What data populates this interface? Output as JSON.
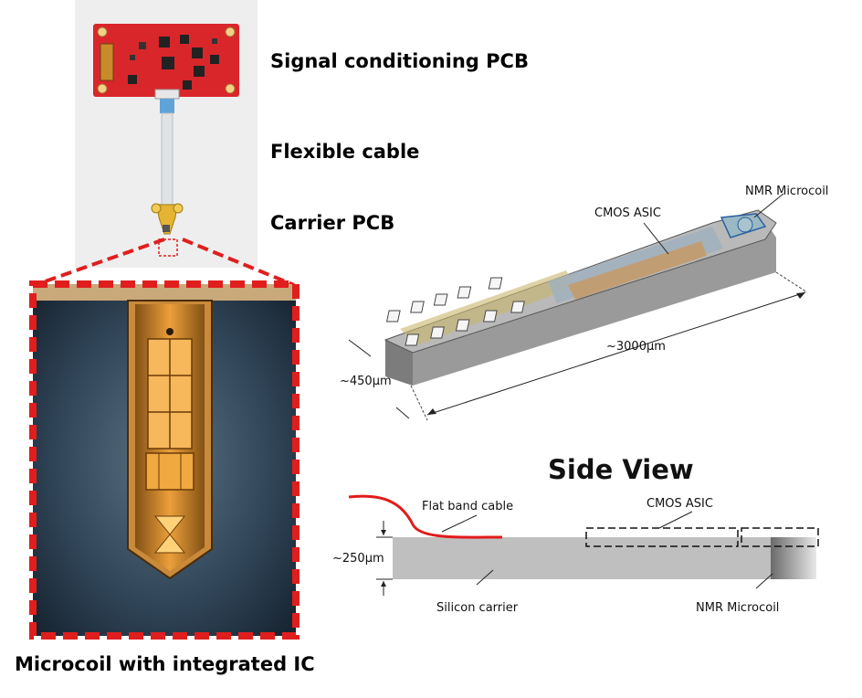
{
  "photo_labels": {
    "pcb": "Signal conditioning PCB",
    "cable": "Flexible cable",
    "carrier": "Carrier PCB"
  },
  "chip_3d": {
    "cmos": "CMOS ASIC",
    "microcoil": "NMR Microcoil",
    "length": "~3000μm",
    "width": "~450μm"
  },
  "side_view": {
    "title": "Side View",
    "cable": "Flat band cable",
    "cmos": "CMOS ASIC",
    "thickness": "~250μm",
    "carrier": "Silicon carrier",
    "microcoil": "NMR Microcoil"
  },
  "caption": "Microcoil with integrated IC",
  "colors": {
    "pcb_red": "#d9262b",
    "zoom_border": "#e01e1e",
    "gold": "#e9a53a",
    "silicon": "#c0bfbf",
    "cable_red": "#e11b1b"
  }
}
